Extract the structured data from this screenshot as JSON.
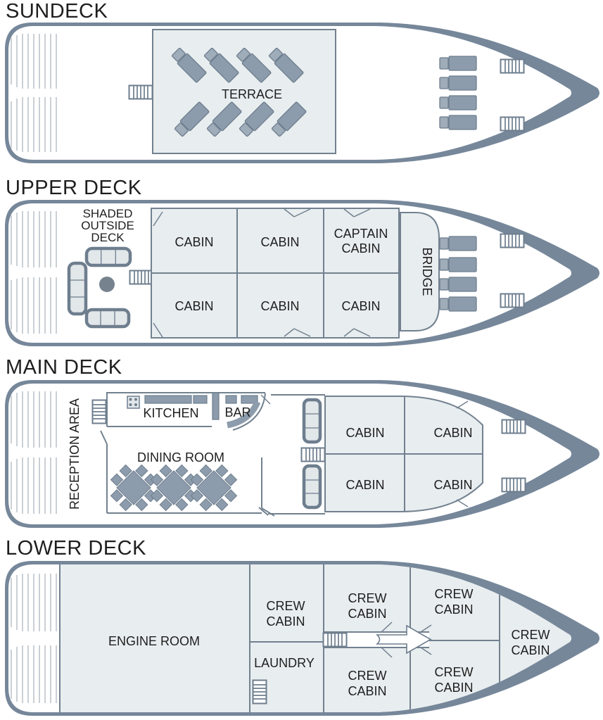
{
  "colors": {
    "hull": "#76879A",
    "room-fill": "#E8EDEF",
    "line": "#72818F",
    "furn": "#8C9CAC",
    "furn-line": "#6E7E8E",
    "pillow": "#9FACB9",
    "bench-fill": "#E2E7EA",
    "plank": "#A7B1B9",
    "table": "#76838E"
  },
  "decks": {
    "sundeck": {
      "title": "SUNDECK",
      "rooms": {
        "terrace": "TERRACE"
      }
    },
    "upper_deck": {
      "title": "UPPER DECK",
      "rooms": {
        "shaded_outside_deck_line1": "SHADED",
        "shaded_outside_deck_line2": "OUTSIDE",
        "shaded_outside_deck_line3": "DECK",
        "cabin": "CABIN",
        "captain_cabin_line1": "CAPTAIN",
        "captain_cabin_line2": "CABIN",
        "bridge": "BRIDGE"
      }
    },
    "main_deck": {
      "title": "MAIN DECK",
      "rooms": {
        "reception_area": "RECEPTION AREA",
        "kitchen": "KITCHEN",
        "bar": "BAR",
        "dining_room": "DINING ROOM",
        "cabin": "CABIN"
      }
    },
    "lower_deck": {
      "title": "LOWER DECK",
      "rooms": {
        "engine_room": "ENGINE ROOM",
        "crew_cabin_line1": "CREW",
        "crew_cabin_line2": "CABIN",
        "laundry": "LAUNDRY"
      }
    }
  },
  "icons": {
    "ladder": "ladder-icon",
    "sun_lounger": "sun-lounger-icon",
    "dining_table": "dining-table-icon",
    "bench_seat": "bench-seat-icon",
    "round_table": "round-table-icon",
    "stove": "stove-icon",
    "bow_arrow": "bow-arrow-icon"
  }
}
